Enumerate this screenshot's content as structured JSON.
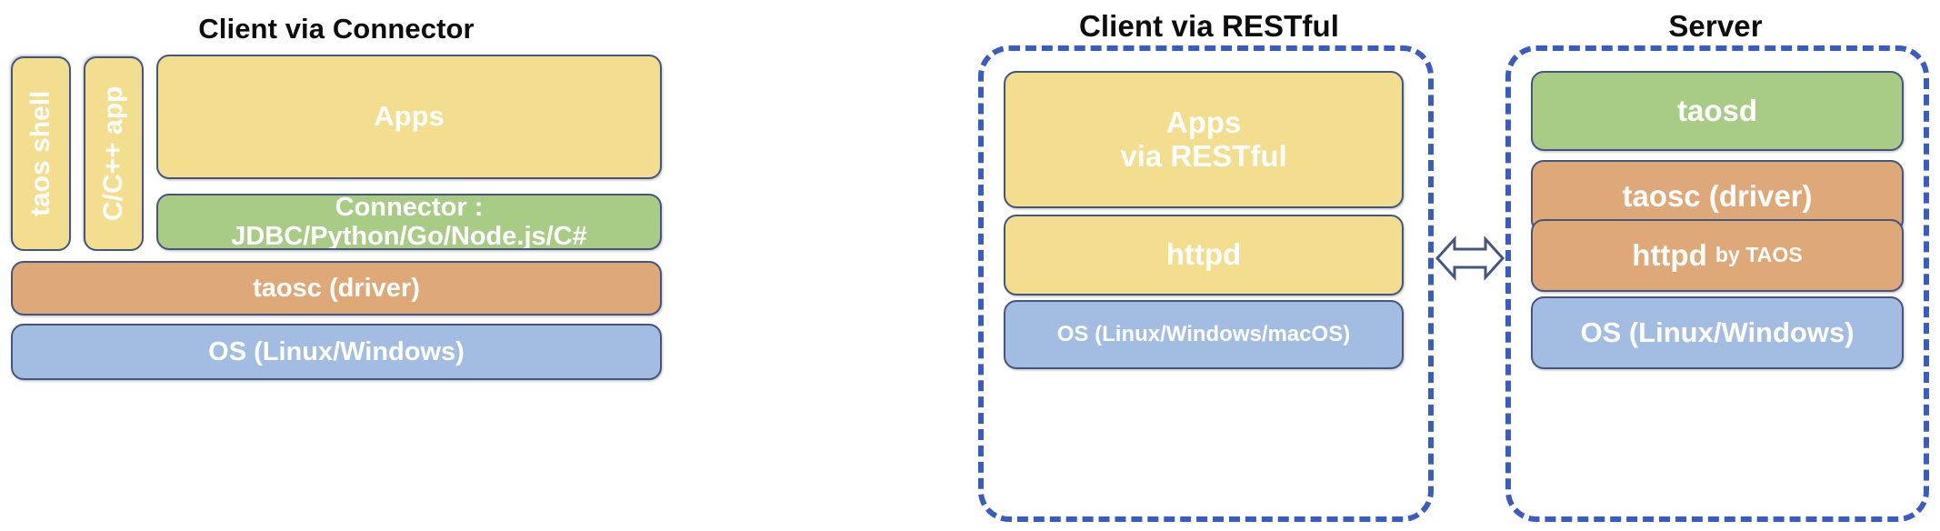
{
  "diagram": {
    "title": "TDengine architecture: client and server component stacks",
    "colors": {
      "yellow": "#F2DE8E",
      "green": "#A8CC86",
      "orange": "#DFA878",
      "blue": "#A3BCE2",
      "block_border": "#44567F",
      "dashed_border": "#3A5BBF",
      "block_text": "#FFFFFF",
      "title_text": "#0D0D0D",
      "background": "#FFFFFF"
    },
    "panels": [
      {
        "id": "client-via-connector",
        "title": "Client via Connector",
        "dashed_outline": false,
        "blocks": [
          {
            "id": "taos-shell",
            "label": "taos shell",
            "color": "yellow",
            "orientation": "vertical"
          },
          {
            "id": "c-cpp-app",
            "label": "C/C++ app",
            "color": "yellow",
            "orientation": "vertical"
          },
          {
            "id": "apps",
            "label": "Apps",
            "color": "yellow",
            "orientation": "horizontal"
          },
          {
            "id": "connector",
            "label": "Connector : JDBC/Python/Go/Node.js/C#",
            "color": "green",
            "orientation": "horizontal"
          },
          {
            "id": "taosc-driver",
            "label": "taosc (driver)",
            "color": "orange",
            "orientation": "horizontal"
          },
          {
            "id": "os",
            "label": "OS (Linux/Windows)",
            "color": "blue",
            "orientation": "horizontal"
          }
        ]
      },
      {
        "id": "client-via-restful",
        "title": "Client via RESTful",
        "dashed_outline": true,
        "blocks": [
          {
            "id": "apps-via-restful",
            "line1": "Apps",
            "line2": "via RESTful",
            "color": "yellow",
            "orientation": "horizontal"
          },
          {
            "id": "httpd",
            "label": "httpd",
            "color": "yellow",
            "orientation": "horizontal"
          },
          {
            "id": "os-client",
            "label": "OS (Linux/Windows/macOS)",
            "color": "blue",
            "orientation": "horizontal"
          }
        ]
      },
      {
        "id": "server",
        "title": "Server",
        "dashed_outline": true,
        "blocks": [
          {
            "id": "taosd",
            "label": "taosd",
            "color": "green",
            "orientation": "horizontal"
          },
          {
            "id": "taosc-driver-srv",
            "label": "taosc (driver)",
            "color": "orange",
            "orientation": "horizontal"
          },
          {
            "id": "httpd-by-taos",
            "label": "httpd",
            "suffix": "by TAOS",
            "color": "orange",
            "orientation": "horizontal"
          },
          {
            "id": "os-server",
            "label": "OS (Linux/Windows)",
            "color": "blue",
            "orientation": "horizontal"
          }
        ]
      }
    ],
    "connector_arrow": {
      "id": "client-server-link",
      "type": "double-headed-arrow",
      "direction": "bidirectional",
      "label": ""
    }
  }
}
